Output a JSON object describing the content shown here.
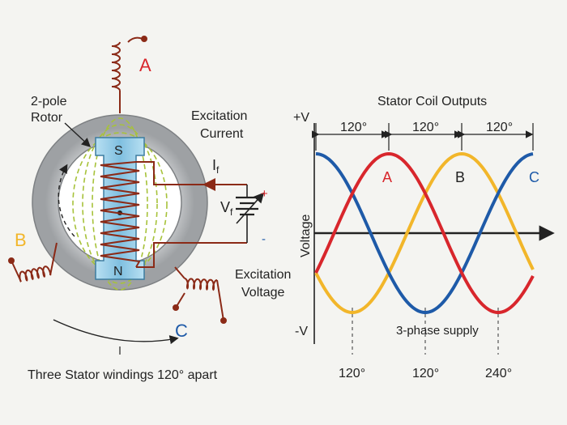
{
  "generator": {
    "rotor_label_line1": "2-pole",
    "rotor_label_line2": "Rotor",
    "pole_north": "N",
    "pole_south": "S",
    "phase_a": "A",
    "phase_b": "B",
    "phase_c": "C",
    "excitation_current_line1": "Excitation",
    "excitation_current_line2": "Current",
    "current_symbol": "I",
    "current_subscript": "f",
    "voltage_symbol": "V",
    "voltage_subscript": "f",
    "plus_sign": "+",
    "minus_sign": "-",
    "excitation_voltage_line1": "Excitation",
    "excitation_voltage_line2": "Voltage",
    "caption": "Three Stator windings 120° apart"
  },
  "waveform": {
    "title": "Stator Coil Outputs",
    "y_top_label": "+V",
    "y_bottom_label": "-V",
    "y_axis_label": "Voltage",
    "spacing_labels": [
      "120°",
      "120°",
      "120°"
    ],
    "phase_labels": [
      "A",
      "B",
      "C"
    ],
    "supply_label": "3-phase supply",
    "bottom_ticks": [
      "120°",
      "120°",
      "240°"
    ]
  },
  "colors": {
    "phase_a": "#d8262c",
    "phase_b": "#f2b62a",
    "phase_c": "#1e5aa8",
    "coil": "#8b2a17",
    "stator_ring": "#b9bbbd",
    "rotor_core": "#8fc9e6",
    "field_lines": "#a7c23a",
    "text": "#222222"
  }
}
